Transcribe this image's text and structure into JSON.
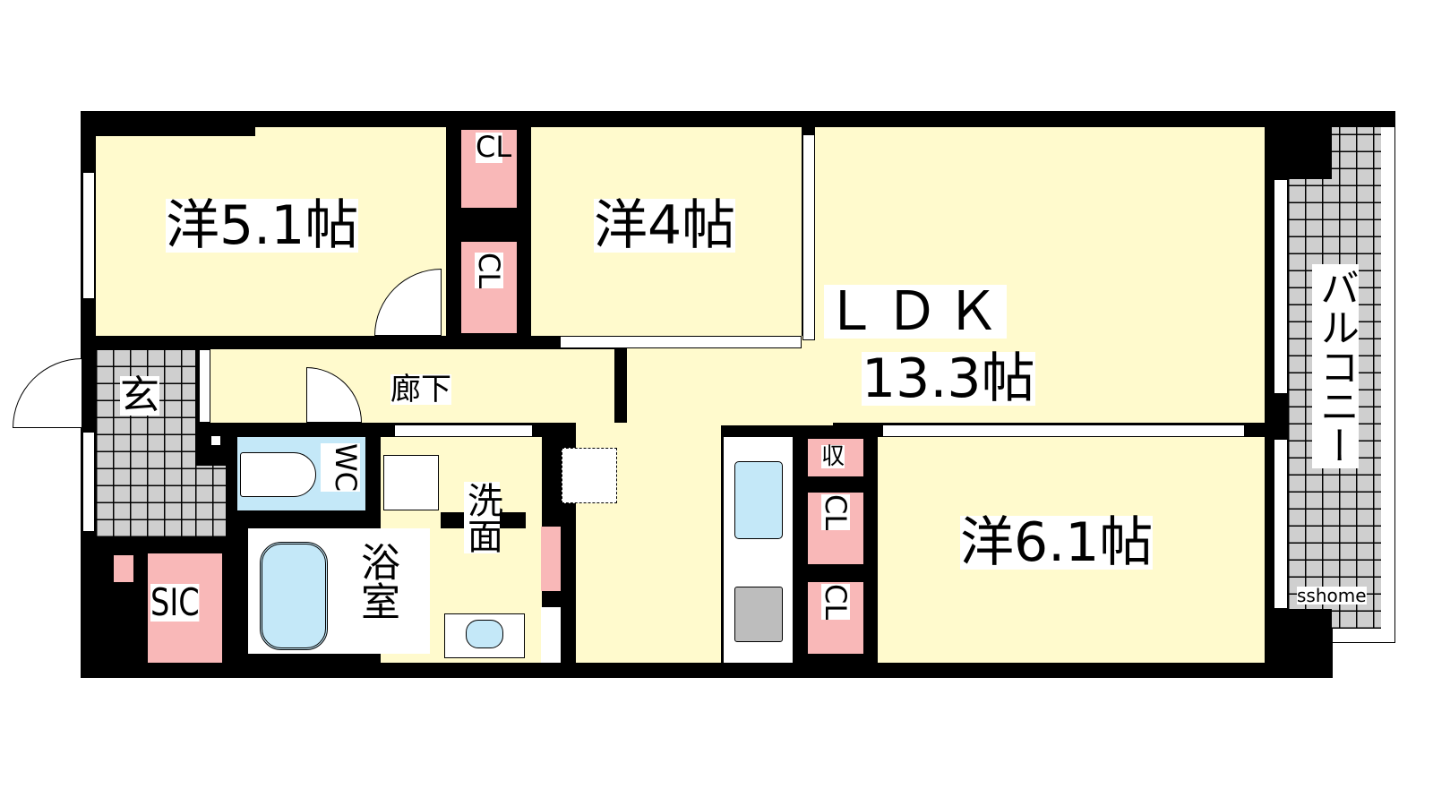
{
  "rooms": {
    "western1": "洋5.1帖",
    "western2": "洋4帖",
    "ldk_name": "ＬＤＫ",
    "ldk_size": "13.3帖",
    "western3": "洋6.1帖",
    "entrance": "玄",
    "corridor": "廊下",
    "wc": "WC",
    "washroom": "洗面",
    "bathroom": "浴室",
    "sic": "SIC",
    "storage": "収",
    "closet": "CL",
    "balcony": "バルコニー"
  },
  "watermark": "sshome",
  "colors": {
    "room": "#fffacd",
    "storage": "#f9b8b8",
    "water": "#c4e8f8",
    "tile": "#cfcfcf"
  }
}
